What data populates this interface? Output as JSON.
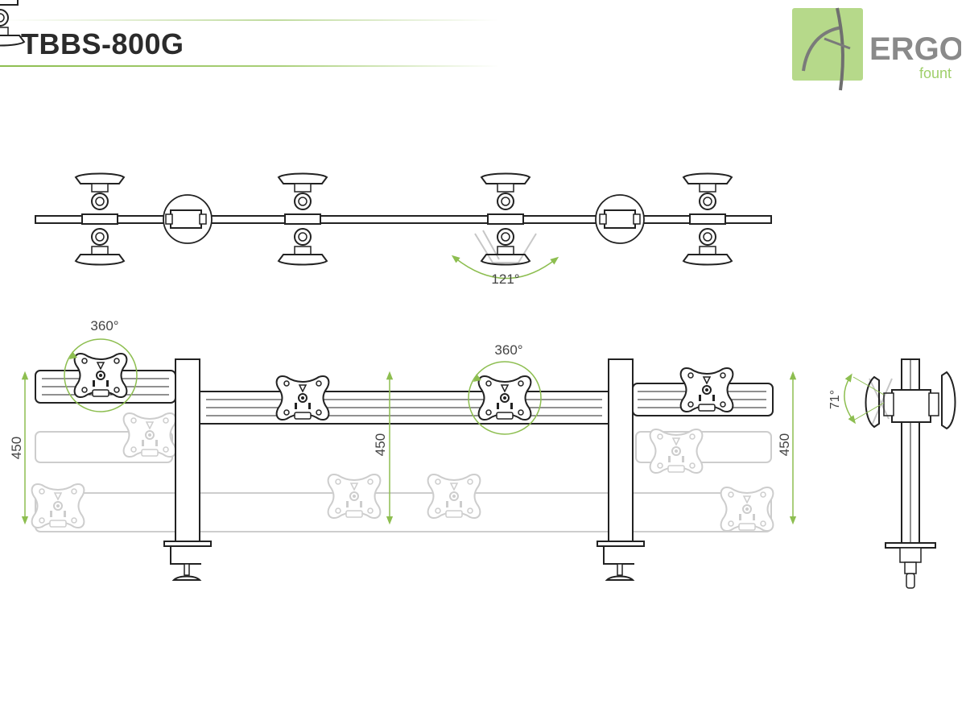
{
  "header": {
    "model": "TBBS-800G"
  },
  "logo": {
    "brand": "ERGO",
    "sub": "fount"
  },
  "annotations": {
    "top_swivel": "121°",
    "rotate_left": "360°",
    "rotate_center": "360°",
    "height_left": "450",
    "height_center": "450",
    "height_right": "450",
    "side_tilt": "71°"
  },
  "colors": {
    "accent": "#8dbe50",
    "line": "#222222",
    "ghost": "#c8c8c8",
    "title": "#2b2b2b"
  }
}
